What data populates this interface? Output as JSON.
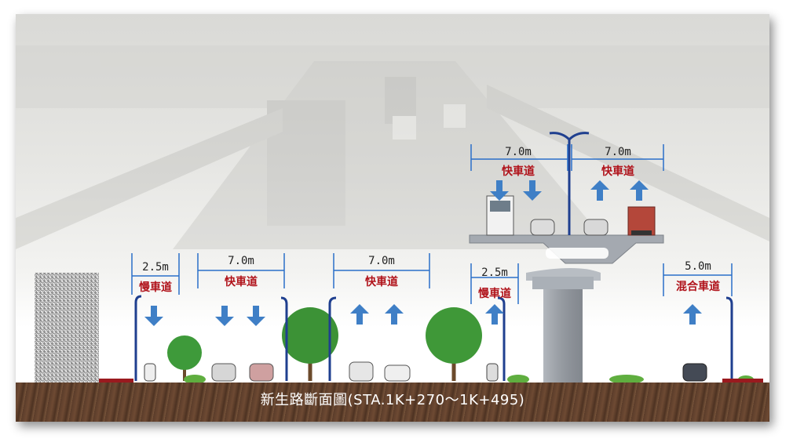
{
  "title": "新生路斷面圖(STA.1K+270～1K+495)",
  "elevated": {
    "left": {
      "width": "7.0m",
      "label": "快車道"
    },
    "right": {
      "width": "7.0m",
      "label": "快車道"
    }
  },
  "ground_lanes": [
    {
      "width": "2.5m",
      "label": "慢車道"
    },
    {
      "width": "7.0m",
      "label": "快車道"
    },
    {
      "width": "7.0m",
      "label": "快車道"
    },
    {
      "width": "2.5m",
      "label": "慢車道"
    },
    {
      "width": "5.0m",
      "label": "混合車道"
    }
  ],
  "colors": {
    "dimension": "#2a6fc9",
    "lane_text": "#b0121a",
    "arrow": "#3f7fc6",
    "pier": "#9aa0a8"
  }
}
